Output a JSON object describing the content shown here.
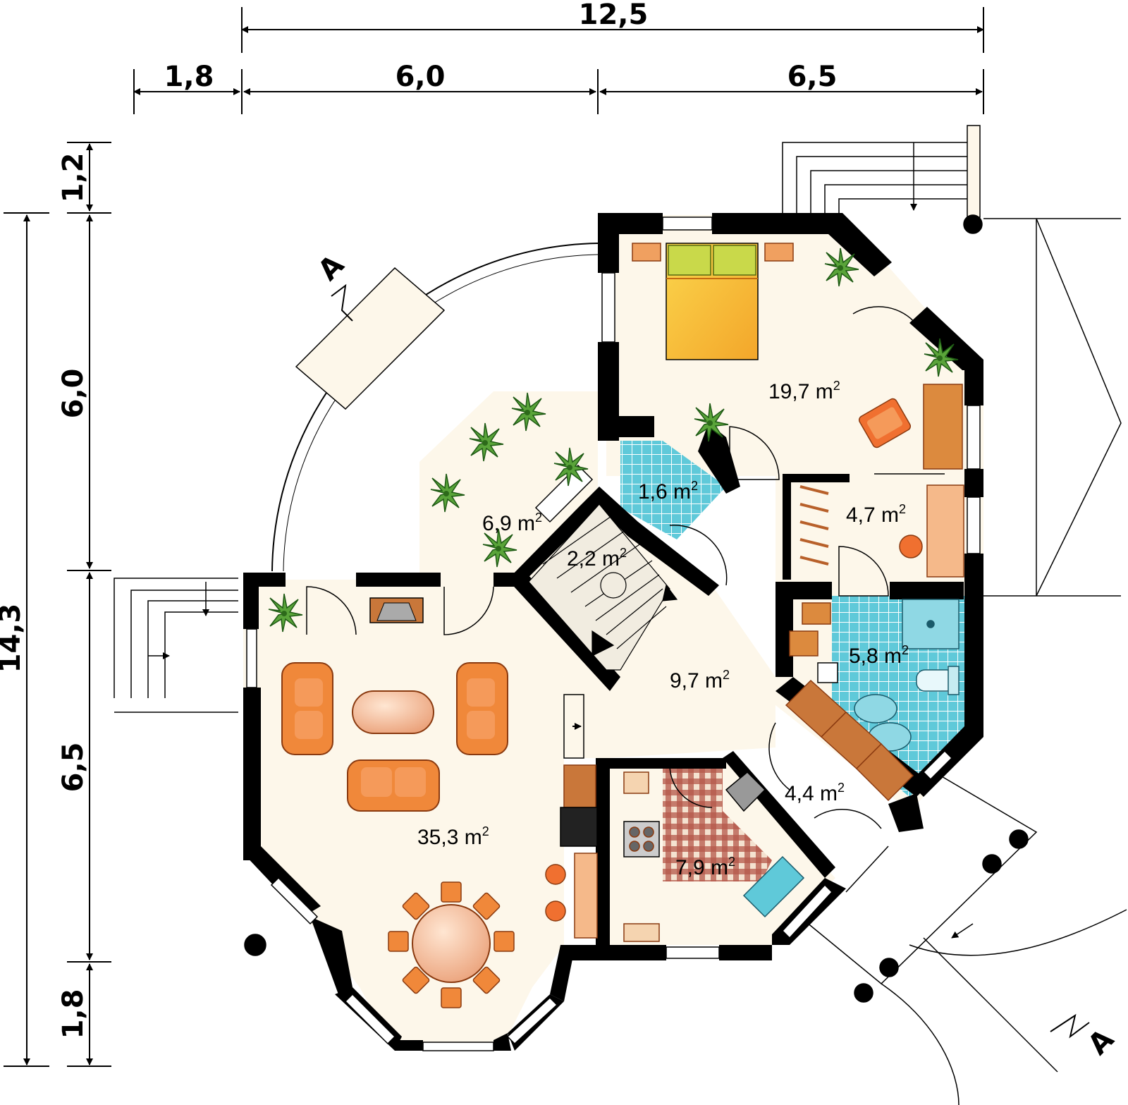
{
  "dimensions": {
    "total_width": "12,5",
    "width_segments": [
      "1,8",
      "6,0",
      "6,5"
    ],
    "total_depth": "14,3",
    "depth_segments": [
      "1,2",
      "6,0",
      "6,5",
      "1,8"
    ]
  },
  "rooms": {
    "bedroom": {
      "area": "19,7 m",
      "unit_sup": "2"
    },
    "wc": {
      "area": "1,6 m",
      "unit_sup": "2"
    },
    "winter_garden": {
      "area": "6,9 m",
      "unit_sup": "2"
    },
    "staircase": {
      "area": "2,2 m",
      "unit_sup": "2"
    },
    "wardrobe": {
      "area": "4,7 m",
      "unit_sup": "2"
    },
    "bathroom": {
      "area": "5,8 m",
      "unit_sup": "2"
    },
    "hall": {
      "area": "9,7 m",
      "unit_sup": "2"
    },
    "vestibule": {
      "area": "4,4 m",
      "unit_sup": "2"
    },
    "kitchen": {
      "area": "7,9 m",
      "unit_sup": "2"
    },
    "living_room": {
      "area": "35,3 m",
      "unit_sup": "2"
    }
  },
  "section_markers": {
    "top": "A",
    "bottom": "A"
  },
  "colors": {
    "floor": "#fdf7ea",
    "wall": "#000000",
    "tile_blue": "#5fc9d9",
    "sofa_orange": "#f0883a",
    "kitchen_check": "#b5584a",
    "bed_yellow": "#f6c338",
    "pillow_green": "#c9d94a",
    "furniture_brown": "#c9773a",
    "plant_green": "#3c8a2c"
  }
}
